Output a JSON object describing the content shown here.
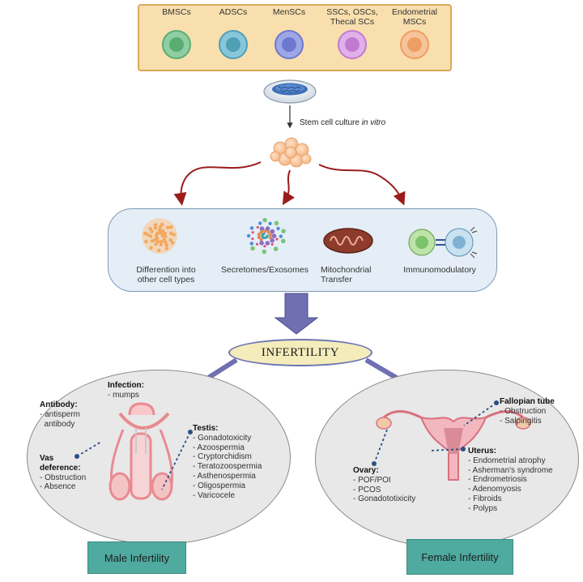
{
  "sources": [
    {
      "label": "BMSCs",
      "color": "#8fcea3",
      "nucleus": "#5aad72"
    },
    {
      "label": "ADSCs",
      "color": "#88c6d9",
      "nucleus": "#4f9fb5"
    },
    {
      "label": "MenSCs",
      "color": "#9da7e6",
      "nucleus": "#6d79cf"
    },
    {
      "label": "SSCs, OSCs,\nThecal SCs",
      "color": "#e0b0ea",
      "nucleus": "#c07bd0"
    },
    {
      "label": "Endometrial\nMSCs",
      "color": "#f7c39a",
      "nucleus": "#ee9e63"
    }
  ],
  "culture_label_prefix": "Stem cell culture ",
  "culture_label_italic": "in vitro",
  "mechanisms": [
    {
      "label": "Differention into\nother cell types",
      "icon": "cell-cluster-icon"
    },
    {
      "label": "Secretomes/Exosomes",
      "icon": "exosome-dots-icon"
    },
    {
      "label": "Mitochondrial\nTransfer",
      "icon": "mitochondria-icon"
    },
    {
      "label": "Immunomodulatory",
      "icon": "immune-cells-icon"
    }
  ],
  "infertility_label": "INFERTILITY",
  "male": {
    "infection_title": "Infection:",
    "infection_items": "- mumps",
    "antibody_title": "Antibody:",
    "antibody_items": "- antisperm\n  antibody",
    "vas_title": "Vas\ndeference:",
    "vas_items": "- Obstruction\n- Absence",
    "testis_title": "Testis:",
    "testis_items": "- Gonadotoxicity\n- Azoospermia\n- Cryptorchidism\n- Teratozoospermia\n- Asthenospermia\n- Oligospermia\n- Varicocele",
    "button_label": "Male Infertility"
  },
  "female": {
    "fallopian_title": "Fallopian tube",
    "fallopian_items": "- Obstruction\n- Salpingitis",
    "uterus_title": "Uterus:",
    "uterus_items": "- Endometrial atrophy\n- Asherman's syndrome\n- Endrometriosis\n- Adenomyosis\n- Fibroids\n- Polyps",
    "ovary_title": "Ovary:",
    "ovary_items": "- POF/POI\n- PCOS\n- Gonadototixicity",
    "button_label": "Female Infertility"
  },
  "colors": {
    "source_box_fill": "#f9dfae",
    "source_box_border": "#d9a95a",
    "mechanism_fill": "#e5eef7",
    "curved_arrow": "#9b1c1c",
    "block_arrow": "#6f6fb2",
    "infertility_fill": "#f4ecbb",
    "ellipse_fill": "#e8e8e8",
    "button_fill": "#4faa9f",
    "dash_line": "#2b4f86"
  }
}
